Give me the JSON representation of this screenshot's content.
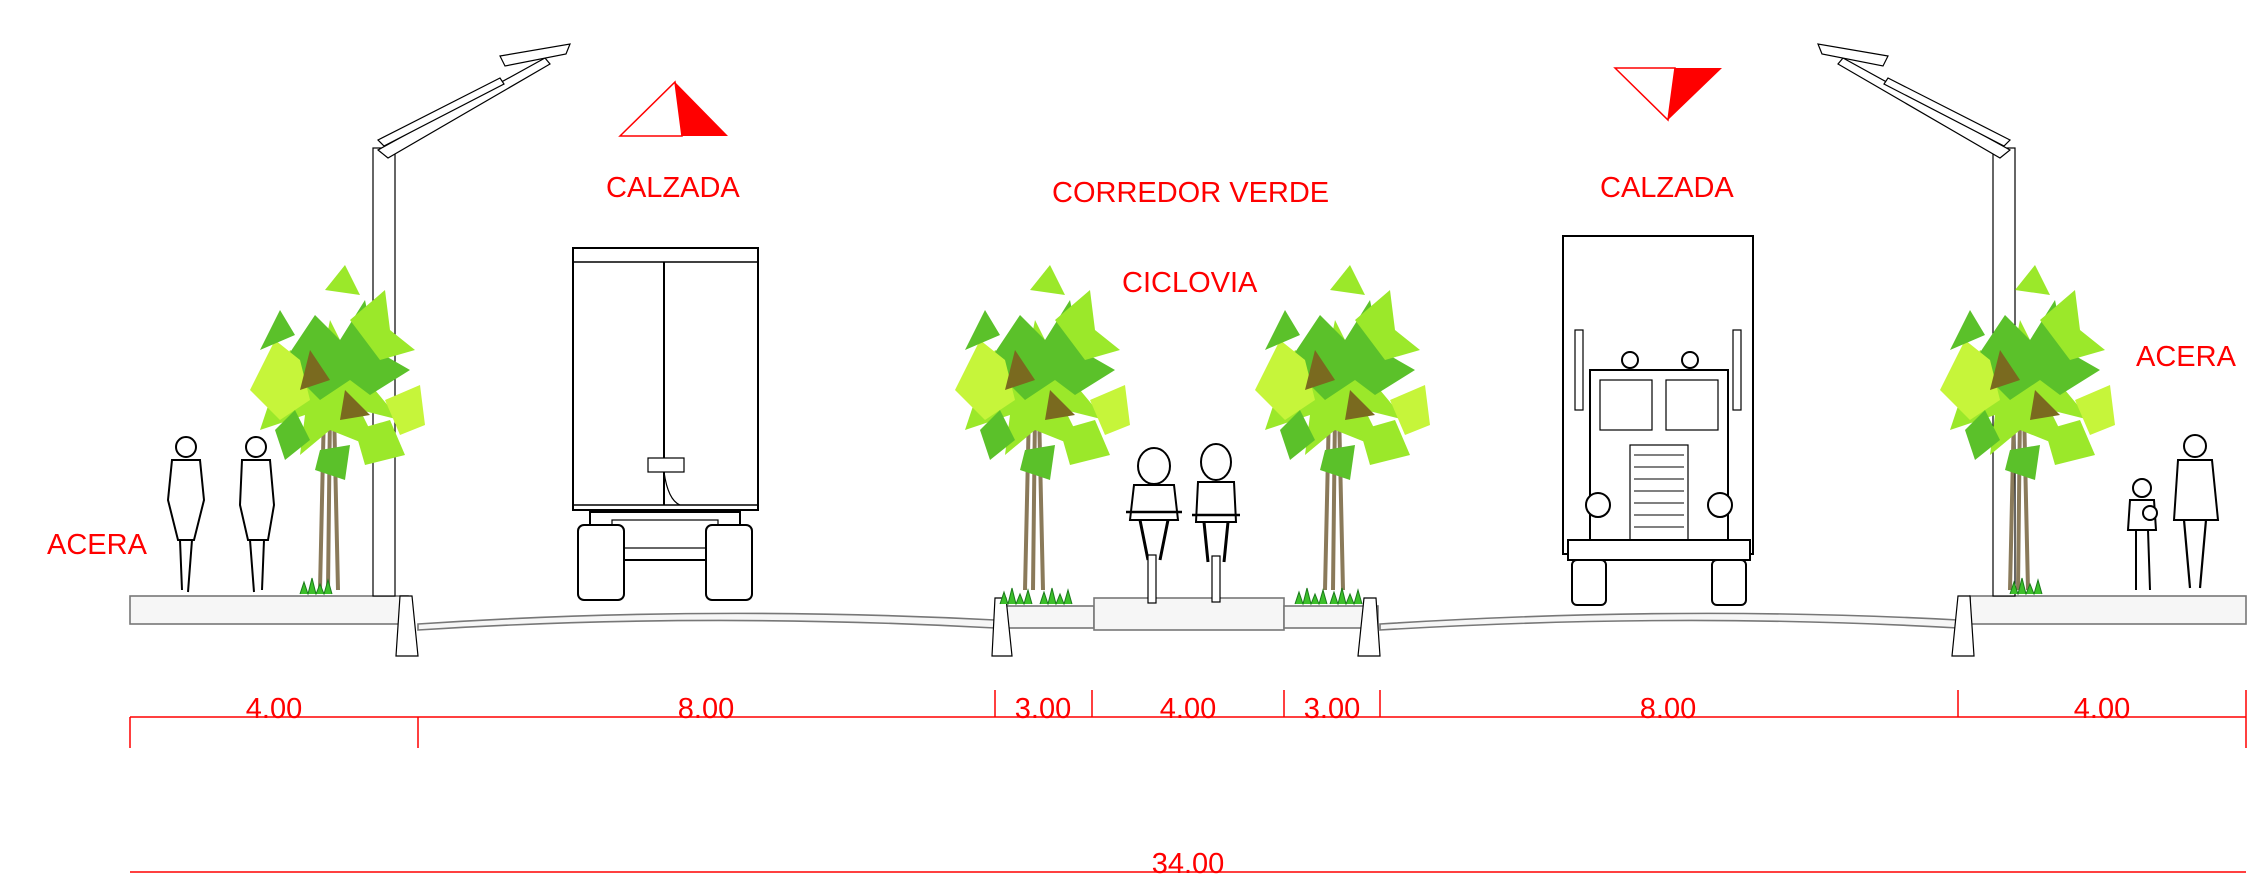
{
  "labels": {
    "calzada_left": "CALZADA",
    "corredor_verde": "CORREDOR VERDE",
    "ciclovia": "CICLOVIA",
    "calzada_right": "CALZADA",
    "acera_left": "ACERA",
    "acera_right": "ACERA"
  },
  "dimensions": {
    "acera_left": "4.00",
    "calzada_left": "8.00",
    "verde_left": "3.00",
    "ciclovia": "4.00",
    "verde_right": "3.00",
    "calzada_right": "8.00",
    "acera_right": "4.00",
    "total": "34.00"
  },
  "colors": {
    "annotation": "#ff0000",
    "foliage_light": "#9be82a",
    "foliage_mid": "#5bc12a",
    "foliage_dark": "#7a6a1f",
    "trunk": "#8a7a5a"
  },
  "icons": {
    "direction_left": "direction-arrow-icon",
    "direction_right": "direction-arrow-icon",
    "streetlight": "streetlight-icon",
    "tree": "tree-icon",
    "truck": "truck-icon",
    "cyclist": "cyclist-icon",
    "pedestrian": "pedestrian-icon"
  }
}
